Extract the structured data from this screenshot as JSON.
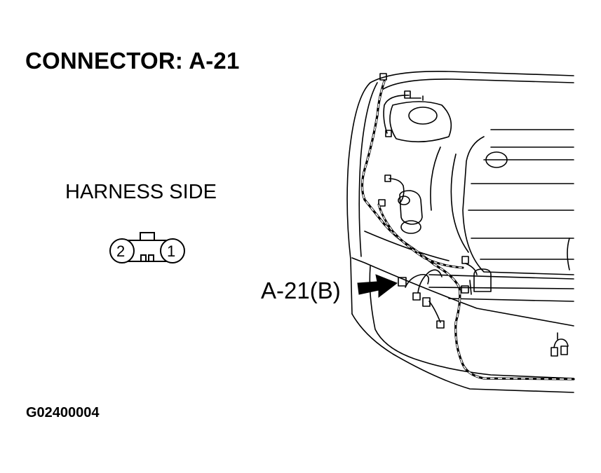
{
  "title": "CONNECTOR: A-21",
  "harness_label": "HARNESS SIDE",
  "connector": {
    "pin_left": "2",
    "pin_right": "1"
  },
  "callout_label": "A-21(B)",
  "figure_code": "G02400004"
}
